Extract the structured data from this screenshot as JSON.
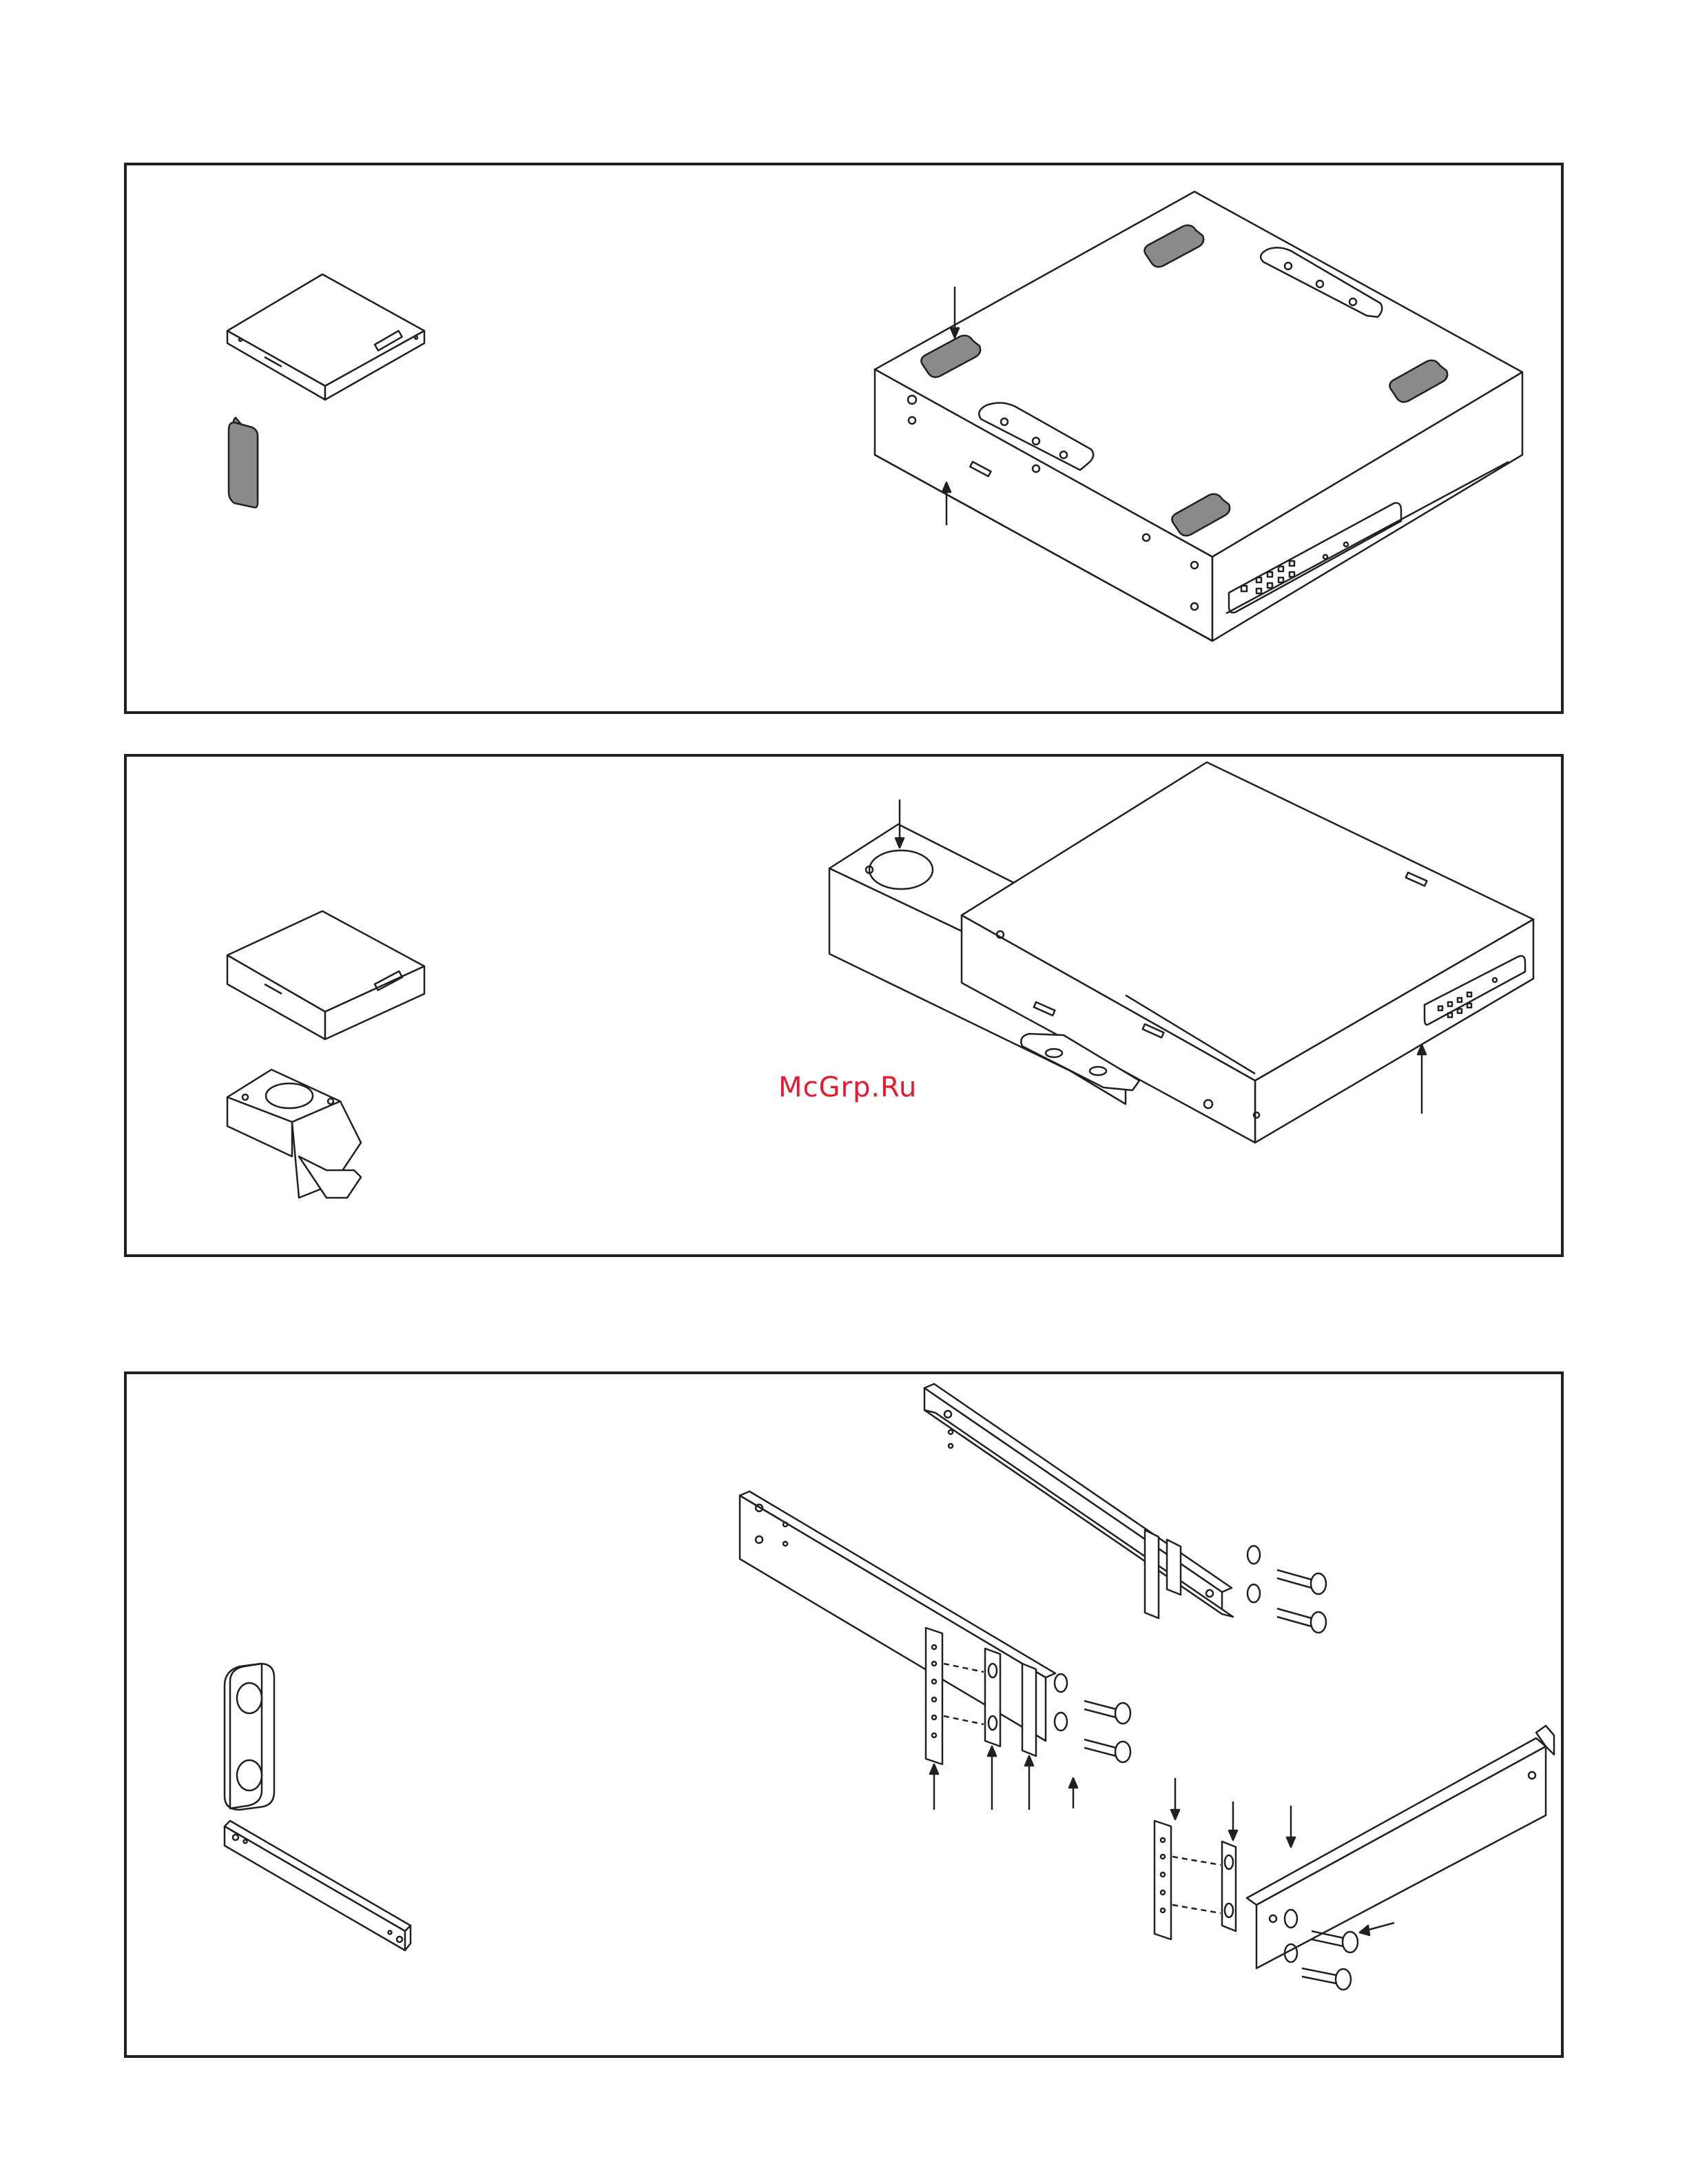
{
  "watermark": {
    "text": "McGrp.Ru",
    "color": "#e8192c"
  },
  "colors": {
    "line": "#231f20",
    "pad": "#8a8a8a",
    "panel_bg": "#ffffff"
  },
  "panels": [
    {
      "id": "pad-mounting",
      "parts": [
        "receiver-unit",
        "rubber-foot-pad"
      ],
      "illustration": "receiver-bottom-with-four-pads"
    },
    {
      "id": "bracket-mounting",
      "parts": [
        "receiver-unit",
        "mounting-bracket"
      ],
      "illustration": "receiver-with-side-bracket"
    },
    {
      "id": "rack-mounting",
      "parts": [
        "spacer-plate",
        "rack-ear"
      ],
      "illustration": "rack-ear-assembly-exploded"
    }
  ]
}
